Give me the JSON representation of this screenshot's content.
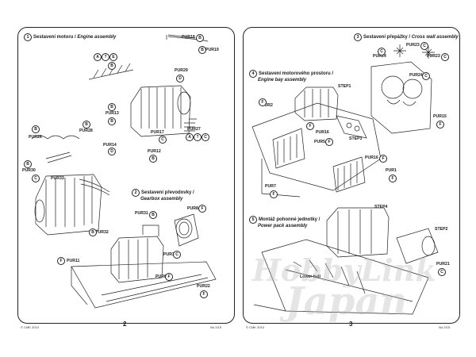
{
  "pages": [
    {
      "number": "2",
      "steps": [
        {
          "num": "1",
          "title": "Sestavení motoru /",
          "subtitle": "Engine assembly"
        },
        {
          "num": "2",
          "title": "Sestavení převodovky /",
          "subtitle": "Gearbox assembly"
        }
      ]
    },
    {
      "number": "3",
      "steps": [
        {
          "num": "3",
          "title": "Sestavení přepážky /",
          "subtitle": "Cross wall assembly"
        },
        {
          "num": "4",
          "title": "Sestavení motorového prostoru /",
          "subtitle": "Engine bay assembly"
        },
        {
          "num": "5",
          "title": "Montáž pohonné jednotky /",
          "subtitle": "Power pack assembly"
        }
      ]
    }
  ],
  "footer_left": "© CMK 2010",
  "footer_right": "No 2/15",
  "watermark": {
    "line1": "HobbyLink",
    "line2": "Japan"
  },
  "callouts_left": {
    "PUR18": "PUR18",
    "PUR19": "PUR19",
    "PUR29": "PUR29",
    "PUR13": "PUR13",
    "PUR17": "PUR17",
    "PUR27": "PUR27",
    "PUR12": "PUR12",
    "PUR14": "PUR14",
    "PUR26": "PUR26",
    "PUR28": "PUR28",
    "PUR30": "PUR30",
    "PUR33": "PUR33",
    "PUR31": "PUR31",
    "PUR32": "PUR32",
    "PUR8": "PUR8",
    "PUR3": "PUR3",
    "PUR6": "PUR6",
    "PUR11": "PUR11",
    "PUR22": "PUR22"
  },
  "callouts_right": {
    "PUR23a": "PUR23",
    "PUR23b": "PUR23",
    "PUR24a": "PUR24",
    "PUR24b": "PUR24",
    "PUR15": "PUR15",
    "STEP1": "STEP1",
    "PUR2": "PUR2",
    "PUR16a": "PUR16",
    "PUR5": "PUR5",
    "STEP3": "STEP3",
    "PUR16b": "PUR16",
    "PUR1": "PUR1",
    "PUR7": "PUR7",
    "STEP4": "STEP4",
    "STEP2": "STEP2",
    "PUR21": "PUR21",
    "lower_hull": "Lower hull"
  },
  "glue_marks": {
    "B": "B",
    "C": "C",
    "D": "D",
    "F": "F",
    "A": "A",
    "E": "E",
    "Q": "?"
  }
}
